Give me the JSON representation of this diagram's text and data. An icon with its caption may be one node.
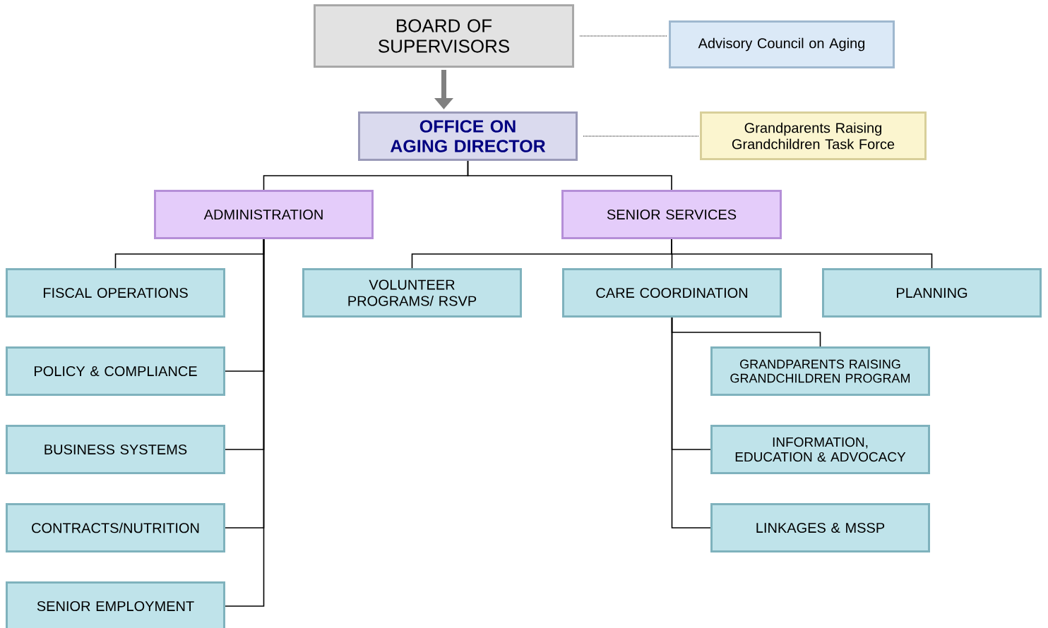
{
  "diagram": {
    "nodes": [
      {
        "text": [
          "BOARD OF SUPERVISORS"
        ]
      },
      {
        "text": [
          "Advisory Council on Aging"
        ]
      },
      {
        "text": [
          "OFFICE ON AGING DIRECTOR"
        ]
      },
      {
        "text": [
          "Grandparents Raising Grandchildren Task Force"
        ]
      },
      {
        "text": [
          "ADMINISTRATION"
        ]
      },
      {
        "text": [
          "SENIOR SERVICES"
        ]
      },
      {
        "text": [
          "FISCAL OPERATIONS"
        ]
      },
      {
        "text": [
          "POLICY & COMPLIANCE"
        ]
      },
      {
        "text": [
          "BUSINESS SYSTEMS"
        ]
      },
      {
        "text": [
          "CONTRACTS/NUTRITION"
        ]
      },
      {
        "text": [
          "SENIOR EMPLOYMENT"
        ]
      },
      {
        "text": [
          "VOLUNTEER PROGRAMS/ RSVP"
        ]
      },
      {
        "text": [
          "CARE COORDINATION"
        ]
      },
      {
        "text": [
          "PLANNING"
        ]
      },
      {
        "text": [
          "GRANDPARENTS RAISING GRANDCHILDREN PROGRAM"
        ]
      },
      {
        "text": [
          "INFORMATION, EDUCATION & ADVOCACY"
        ]
      },
      {
        "text": [
          "LINKAGES & MSSP"
        ]
      }
    ],
    "edges": [
      {
        "from": 0,
        "to": 2,
        "arrow": "to",
        "style": "thick",
        "color": "#808080"
      },
      {
        "from": 0,
        "to": 1,
        "arrow": "none",
        "style": "dashed"
      },
      {
        "from": 2,
        "to": 3,
        "arrow": "none",
        "style": "dashed"
      },
      {
        "from": 2,
        "to": 4,
        "arrow": "none"
      },
      {
        "from": 2,
        "to": 5,
        "arrow": "none"
      },
      {
        "from": 4,
        "to": 6,
        "arrow": "none"
      },
      {
        "from": 4,
        "to": 7,
        "arrow": "none"
      },
      {
        "from": 4,
        "to": 8,
        "arrow": "none"
      },
      {
        "from": 4,
        "to": 9,
        "arrow": "none"
      },
      {
        "from": 4,
        "to": 10,
        "arrow": "none"
      },
      {
        "from": 5,
        "to": 11,
        "arrow": "none"
      },
      {
        "from": 5,
        "to": 12,
        "arrow": "none"
      },
      {
        "from": 5,
        "to": 13,
        "arrow": "none"
      },
      {
        "from": 12,
        "to": 14,
        "arrow": "none"
      },
      {
        "from": 12,
        "to": 15,
        "arrow": "none"
      },
      {
        "from": 12,
        "to": 16,
        "arrow": "none"
      }
    ]
  }
}
